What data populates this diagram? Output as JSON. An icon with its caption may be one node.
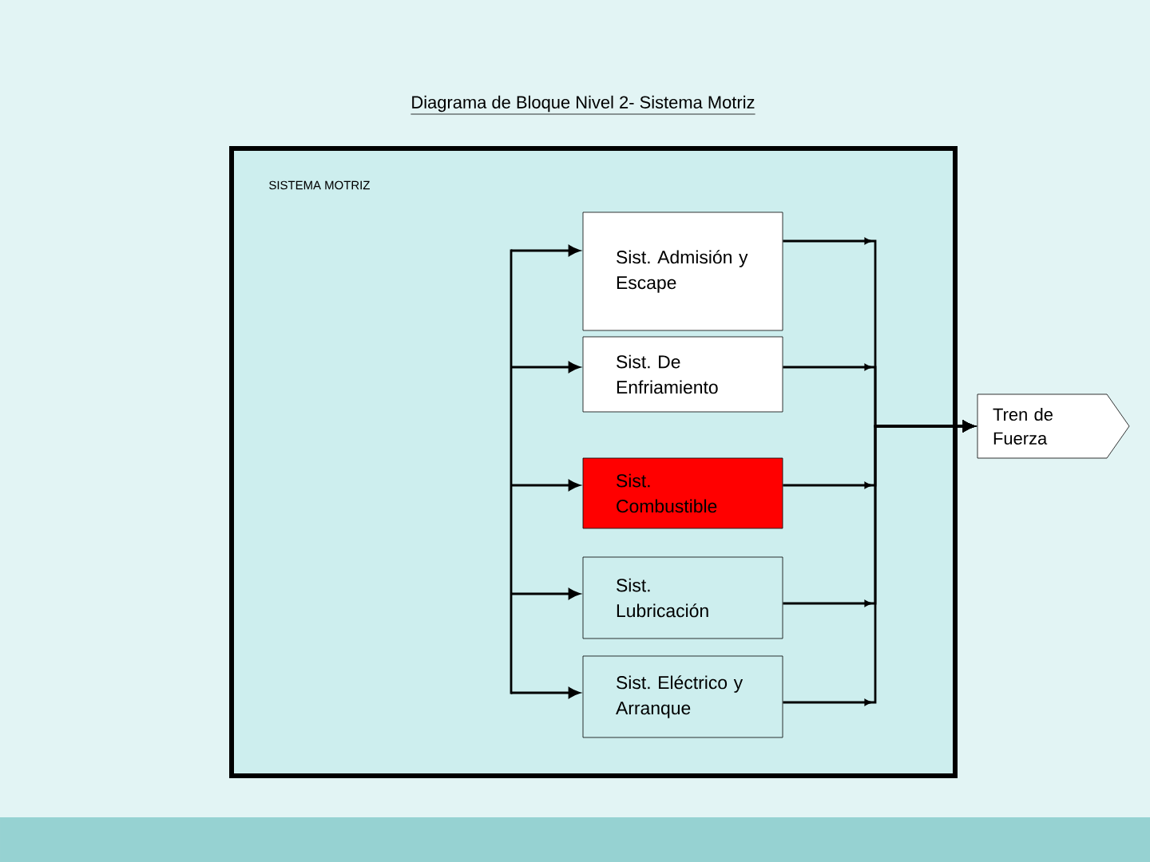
{
  "diagram": {
    "title": "Diagrama de Bloque Nivel 2- Sistema Motriz",
    "nodes": [
      {
        "text": [
          "SISTEMA MOTRIZ"
        ]
      },
      {
        "text": [
          "Sist. Admisión y Escape"
        ],
        "in": 0
      },
      {
        "text": [
          "Sist. De Enfriamiento"
        ],
        "in": 0
      },
      {
        "text": [
          "Sist. Combustible"
        ],
        "in": 0
      },
      {
        "text": [
          "Sist. Lubricación"
        ],
        "in": 0
      },
      {
        "text": [
          "Sist. Eléctrico y Arranque"
        ],
        "in": 0
      },
      {
        "text": [
          "Tren de Fuerza"
        ]
      }
    ],
    "edges": [
      {
        "from": null,
        "to": 1,
        "arrow": "to"
      },
      {
        "from": null,
        "to": 2,
        "arrow": "to"
      },
      {
        "from": null,
        "to": 3,
        "arrow": "to"
      },
      {
        "from": null,
        "to": 4,
        "arrow": "to"
      },
      {
        "from": null,
        "to": 5,
        "arrow": "to"
      },
      {
        "from": 1,
        "to": 6,
        "arrow": "to"
      },
      {
        "from": 2,
        "to": 6,
        "arrow": "to"
      },
      {
        "from": 3,
        "to": 6,
        "arrow": "to"
      },
      {
        "from": 4,
        "to": 6,
        "arrow": "to"
      },
      {
        "from": 5,
        "to": 6,
        "arrow": "to"
      }
    ]
  }
}
